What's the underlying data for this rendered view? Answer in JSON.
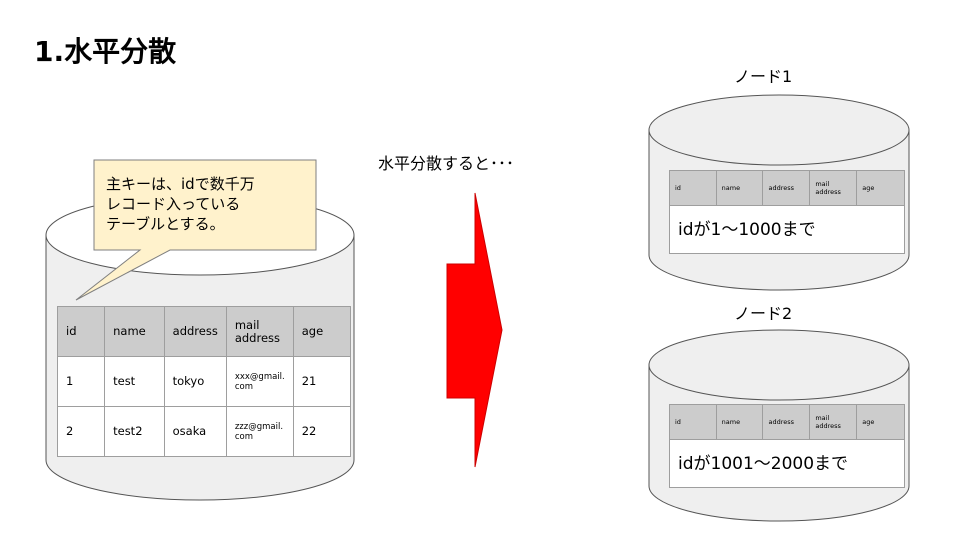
{
  "slide": {
    "title": "1.水平分散",
    "arrow_caption": "水平分散すると･･･",
    "callout": {
      "lines": [
        "主キーは、idで数千万",
        "レコード入っている",
        "テーブルとする。"
      ],
      "fill": "#fff2cc",
      "stroke": "#7f7f7f"
    },
    "main_table": {
      "headers": [
        "id",
        "name",
        "address",
        "mail\naddress",
        "age"
      ],
      "rows": [
        [
          "1",
          "test",
          "tokyo",
          "xxx@gmail.\ncom",
          "21"
        ],
        [
          "2",
          "test2",
          "osaka",
          "zzz@gmail.\ncom",
          "22"
        ]
      ]
    },
    "nodes": [
      {
        "label": "ノード1",
        "headers": [
          "id",
          "name",
          "address",
          "mail\naddress",
          "age"
        ],
        "range_text": "idが1～1000まで"
      },
      {
        "label": "ノード2",
        "headers": [
          "id",
          "name",
          "address",
          "mail\naddress",
          "age"
        ],
        "range_text": "idが1001～2000まで"
      }
    ],
    "colors": {
      "arrow": "#ff0000",
      "cylinder_fill": "#efefef",
      "cylinder_stroke": "#555555",
      "table_header": "#cccccc",
      "table_border": "#9e9e9e"
    }
  }
}
